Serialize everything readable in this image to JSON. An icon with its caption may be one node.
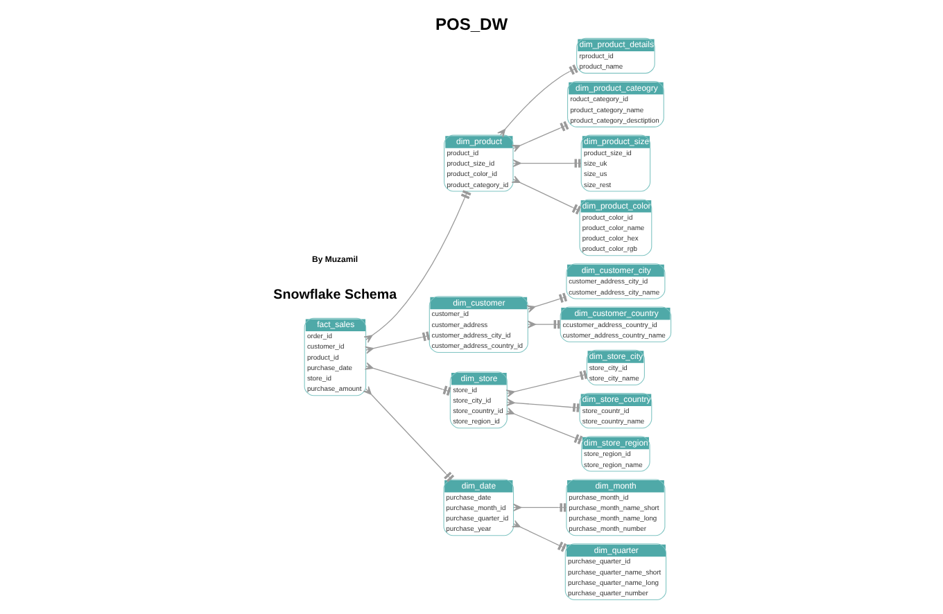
{
  "diagram": {
    "title": "POS_DW",
    "nodes": [
      {
        "text": [
          "dim_product_details",
          "rproduct_id",
          "product_name"
        ]
      },
      {
        "text": [
          "dim_product_cateogry",
          "roduct_category_id",
          "product_category_name",
          "product_category_desctiption"
        ]
      },
      {
        "text": [
          "dim_customer_city",
          "customer_address_city_id",
          "customer_address_city_name"
        ]
      },
      {
        "text": [
          "dim_product_size",
          "product_size_id",
          "size_uk",
          "size_us",
          "size_rest"
        ]
      },
      {
        "text": [
          "dim_product",
          "product_id",
          "product_size_id",
          "product_color_id",
          "product_category_id"
        ]
      },
      {
        "text": [
          "dim_product_color",
          "product_color_id",
          "product_color_name",
          "product_color_hex",
          "product_color_rgb"
        ]
      },
      {
        "text": [
          "dim_customer",
          "customer_id",
          "customer_address",
          "customer_address_city_id",
          "customer_address_country_id"
        ]
      },
      {
        "text": [
          "dim_customer_country",
          "ccustomer_address_country_id",
          "customer_address_country_name"
        ]
      },
      {
        "text": [
          "fact_sales",
          "order_id",
          "customer_id",
          "product_id",
          "purchase_date",
          "store_id",
          "purchase_amount"
        ]
      },
      {
        "text": [
          "dim_store_city",
          "store_city_id",
          "store_city_name"
        ]
      },
      {
        "text": [
          "dim_store",
          "store_id",
          "store_city_id",
          "store_country_id",
          "store_region_id"
        ]
      },
      {
        "text": [
          "dim_date",
          "purchase_date",
          "purchase_month_id",
          "purchase_quarter_id",
          "purchase_year"
        ]
      },
      {
        "text": [
          "dim_month",
          "purchase_month_id",
          "purchase_month_name_short",
          "purchase_month_name_long",
          "purchase_month_number"
        ]
      },
      {
        "text": [
          "dim_store_country",
          "store_countr_id",
          "store_country_name"
        ]
      },
      {
        "text": [
          "dim_store_region",
          "store_region_id",
          "store_region_name"
        ]
      },
      {
        "text": [
          "dim_quarter",
          "purchase_quarter_id",
          "purchase_quarter_name_short",
          "purchase_quarter_name_long",
          "purchase_quarter_number"
        ]
      }
    ],
    "edges": [
      {
        "from": 8,
        "to": 4,
        "arrow": "other"
      },
      {
        "from": 8,
        "to": 6,
        "arrow": "other"
      },
      {
        "from": 8,
        "to": 10,
        "arrow": "other"
      },
      {
        "from": 8,
        "to": 11,
        "arrow": "other"
      },
      {
        "from": 4,
        "to": 0,
        "arrow": "other"
      },
      {
        "from": 4,
        "to": 1,
        "arrow": "other"
      },
      {
        "from": 4,
        "to": 3,
        "arrow": "other"
      },
      {
        "from": 4,
        "to": 5,
        "arrow": "other"
      },
      {
        "from": 6,
        "to": 2,
        "arrow": "other"
      },
      {
        "from": 6,
        "to": 7,
        "arrow": "other"
      },
      {
        "from": 10,
        "to": 9,
        "arrow": "other"
      },
      {
        "from": 10,
        "to": 13,
        "arrow": "other"
      },
      {
        "from": 10,
        "to": 14,
        "arrow": "other"
      },
      {
        "from": 11,
        "to": 12,
        "arrow": "other"
      },
      {
        "from": 11,
        "to": 15,
        "arrow": "other"
      }
    ],
    "labels": [
      "Snowflake Schema",
      "By Muzamil"
    ]
  }
}
